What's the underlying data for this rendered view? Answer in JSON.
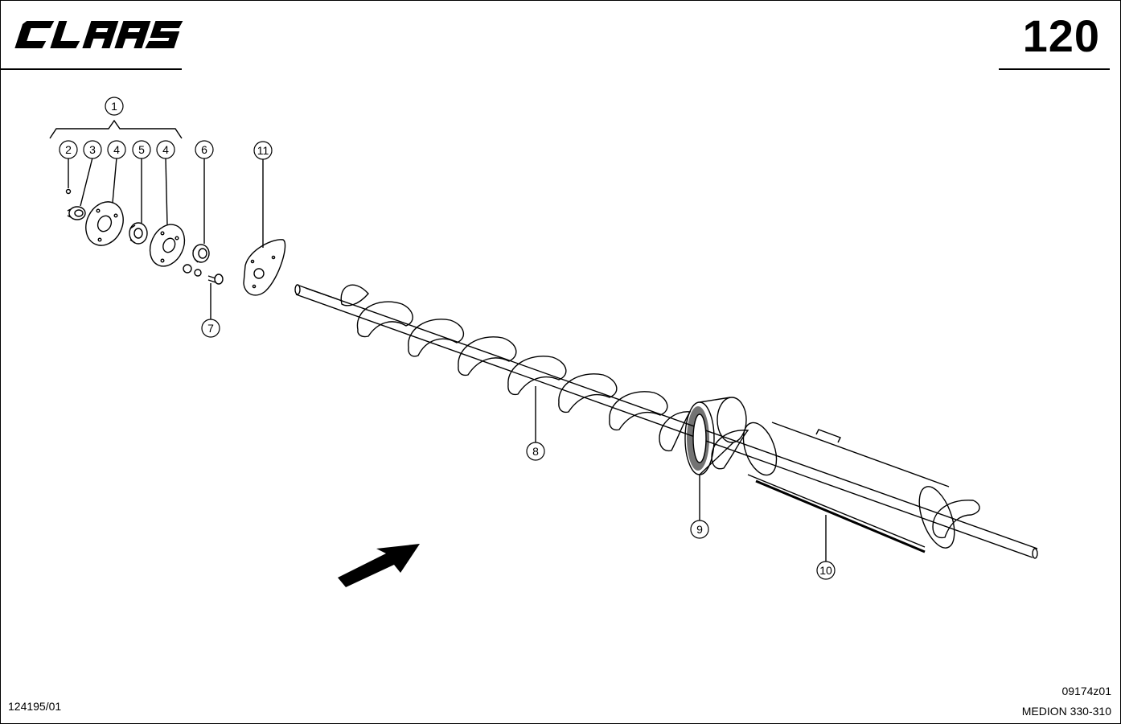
{
  "header": {
    "brand": "CLAAS",
    "page_number": "120"
  },
  "footer": {
    "document_ref": "124195/01",
    "drawing_ref": "09174z01",
    "model": "MEDION 330-310"
  },
  "callouts": [
    "1",
    "2",
    "3",
    "4",
    "5",
    "4",
    "6",
    "7",
    "8",
    "9",
    "10",
    "11"
  ]
}
